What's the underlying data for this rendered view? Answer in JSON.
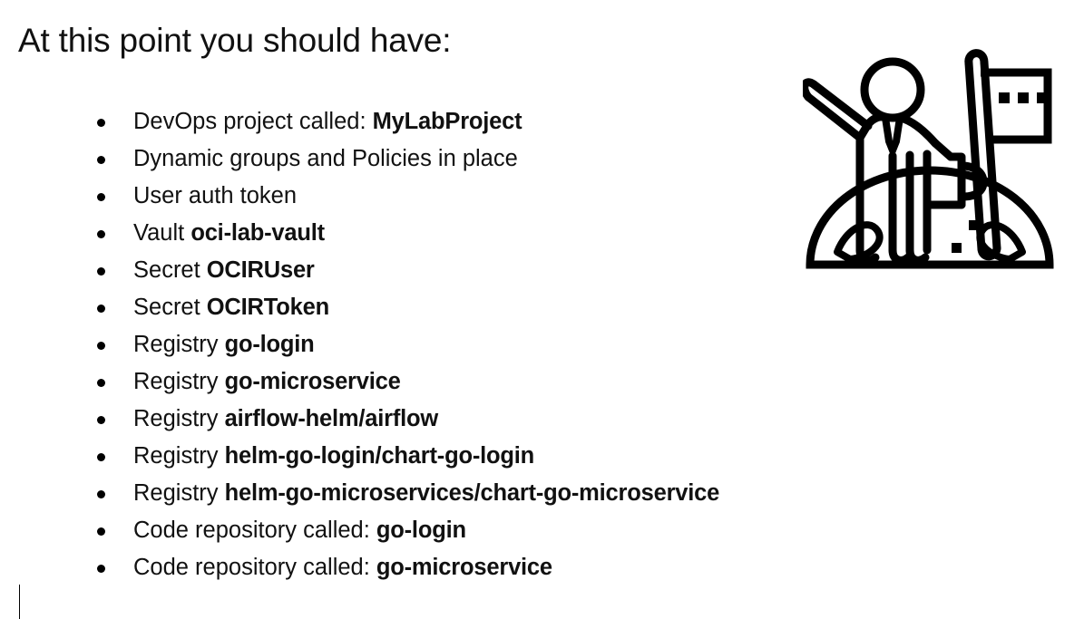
{
  "slide": {
    "title": "At this point you should have:",
    "background_color": "#ffffff",
    "text_color": "#111111",
    "bullets": [
      {
        "text": "DevOps project called: ",
        "strong": "MyLabProject"
      },
      {
        "text": "Dynamic groups and Policies in place",
        "strong": ""
      },
      {
        "text": "User auth token",
        "strong": ""
      },
      {
        "text": "Vault ",
        "strong": "oci-lab-vault"
      },
      {
        "text": "Secret ",
        "strong": "OCIRUser"
      },
      {
        "text": "Secret ",
        "strong": "OCIRToken"
      },
      {
        "text": "Registry ",
        "strong": "go-login"
      },
      {
        "text": "Registry ",
        "strong": "go-microservice"
      },
      {
        "text": "Registry ",
        "strong": "airflow-helm/airflow"
      },
      {
        "text": "Registry ",
        "strong": "helm-go-login/chart-go-login"
      },
      {
        "text": "Registry ",
        "strong": "helm-go-microservices/chart-go-microservice"
      },
      {
        "text": "Code repository called: ",
        "strong": "go-login"
      },
      {
        "text": "Code repository called: ",
        "strong": "go-microservice"
      }
    ]
  },
  "illustration": {
    "name": "person-planting-flag-on-moon-icon",
    "description": "Line-art of a person with one arm raised standing on a domed moon surface holding a flagpole",
    "stroke_color": "#000000"
  }
}
